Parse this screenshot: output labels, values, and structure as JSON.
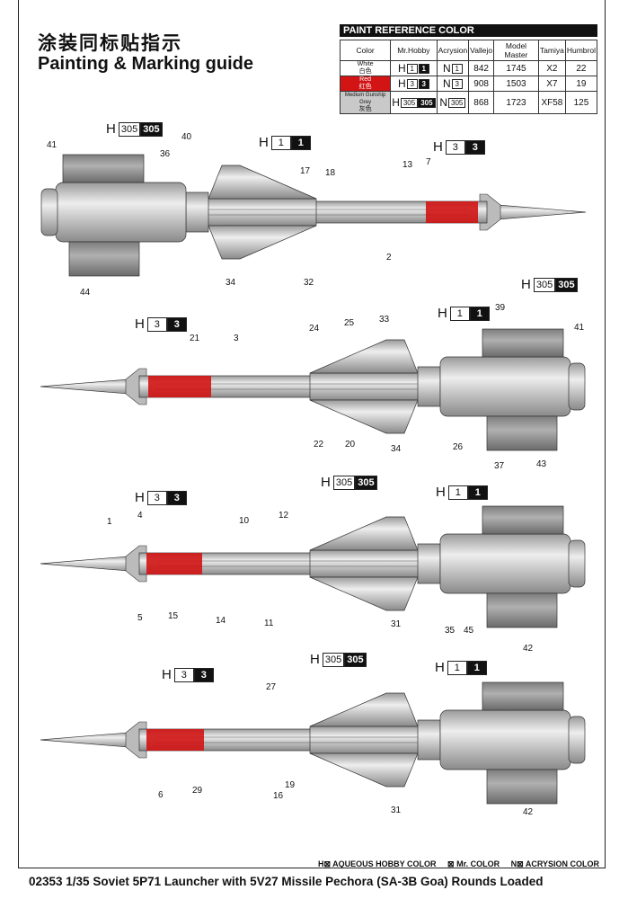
{
  "title_cn": "涂装同标贴指示",
  "title_en": "Painting & Marking guide",
  "paint_table": {
    "heading": "PAINT  REFERENCE COLOR",
    "headers": [
      "Color",
      "Mr.Hobby",
      "Acrysion",
      "Vallejo",
      "Model Master",
      "Tamiya",
      "Humbrol"
    ],
    "rows": [
      {
        "color_en": "White",
        "color_cn": "白色",
        "hobby": "1",
        "acrysion": "1",
        "vallejo": "842",
        "model_master": "1745",
        "tamiya": "X2",
        "humbrol": "22"
      },
      {
        "color_en": "Red",
        "color_cn": "红色",
        "hobby": "3",
        "acrysion": "3",
        "vallejo": "908",
        "model_master": "1503",
        "tamiya": "X7",
        "humbrol": "19"
      },
      {
        "color_en": "Medium Gunship Grey",
        "color_cn": "灰色",
        "hobby": "305",
        "acrysion": "305",
        "vallejo": "868",
        "model_master": "1723",
        "tamiya": "XF58",
        "humbrol": "125"
      }
    ]
  },
  "prefix_h": "H",
  "prefix_n": "N",
  "views": [
    {
      "callouts": [
        "305",
        "1",
        "3"
      ],
      "parts": [
        "41",
        "36",
        "40",
        "17",
        "18",
        "13",
        "7",
        "2",
        "34",
        "32",
        "44"
      ]
    },
    {
      "callouts": [
        "3",
        "1",
        "305"
      ],
      "parts": [
        "21",
        "3",
        "24",
        "25",
        "33",
        "39",
        "41",
        "22",
        "20",
        "34",
        "26",
        "37",
        "43"
      ]
    },
    {
      "callouts": [
        "3",
        "305",
        "1"
      ],
      "parts": [
        "1",
        "4",
        "10",
        "12",
        "5",
        "15",
        "14",
        "11",
        "31",
        "35",
        "45",
        "42"
      ]
    },
    {
      "callouts": [
        "3",
        "305",
        "1"
      ],
      "parts": [
        "27",
        "6",
        "29",
        "16",
        "19",
        "31",
        "42"
      ]
    }
  ],
  "legend": {
    "hobby": "H⊠ AQUEOUS HOBBY COLOR",
    "mr": "⊠ Mr. COLOR",
    "acrysion": "N⊠ ACRYSION COLOR"
  },
  "footer": "02353 1/35 Soviet 5P71 Launcher with 5V27 Missile Pechora (SA-3B Goa) Rounds Loaded",
  "colors": {
    "red": "#d21414",
    "grey": "#c9c9c9",
    "body": "#d4d4d4"
  }
}
